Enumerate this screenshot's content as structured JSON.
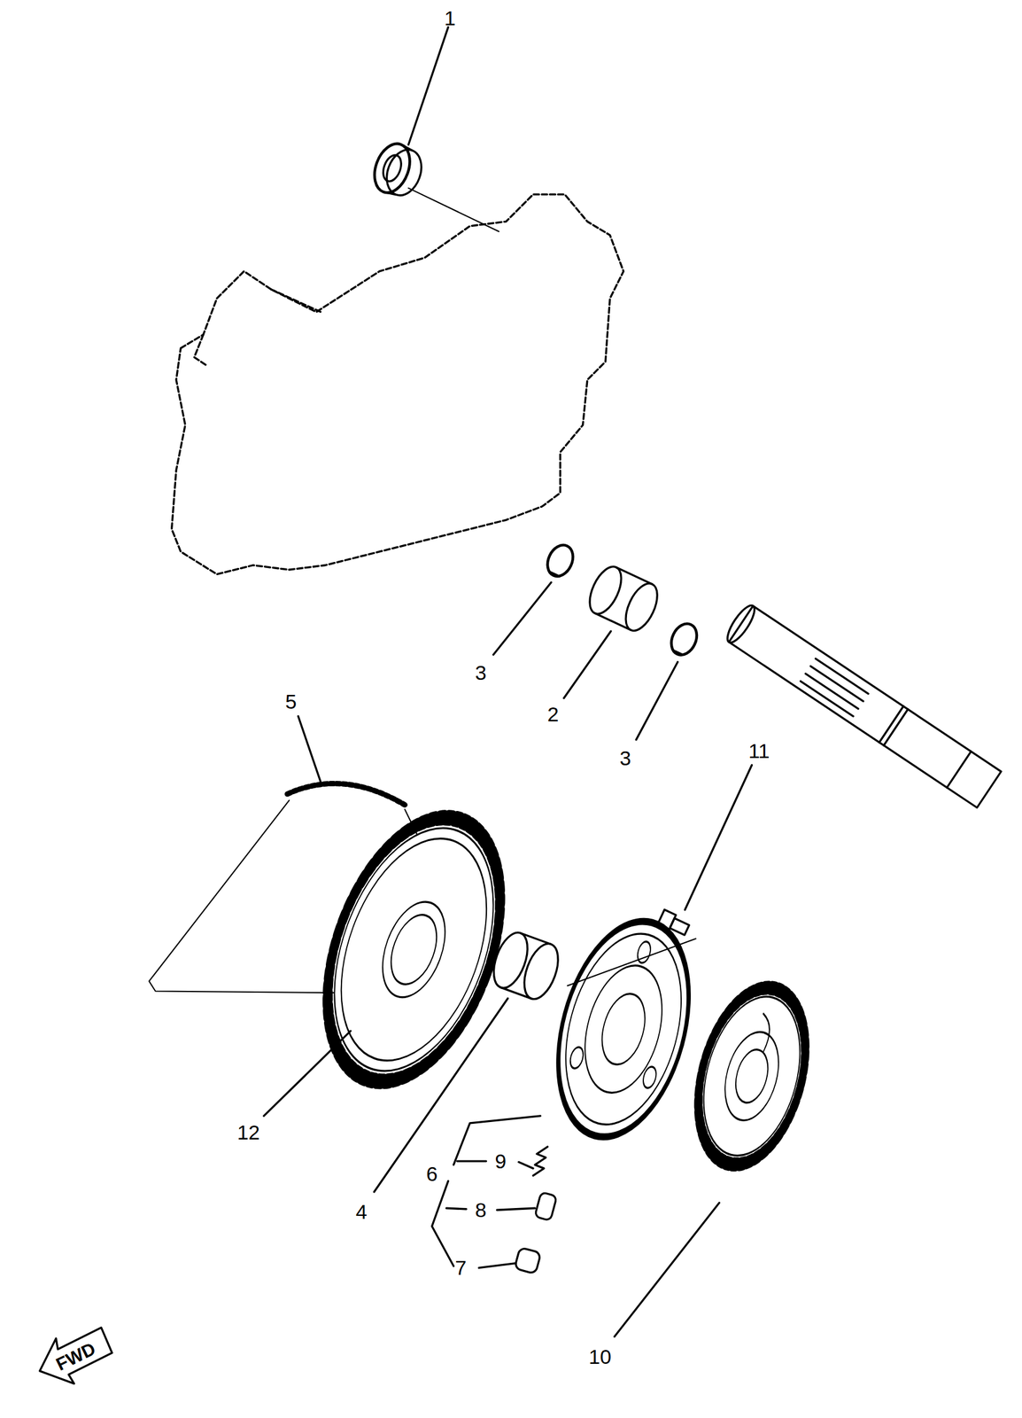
{
  "diagram": {
    "labels": [
      "1",
      "3",
      "2",
      "3",
      "5",
      "11",
      "12",
      "4",
      "6",
      "9",
      "8",
      "7",
      "10",
      "FWD"
    ]
  }
}
